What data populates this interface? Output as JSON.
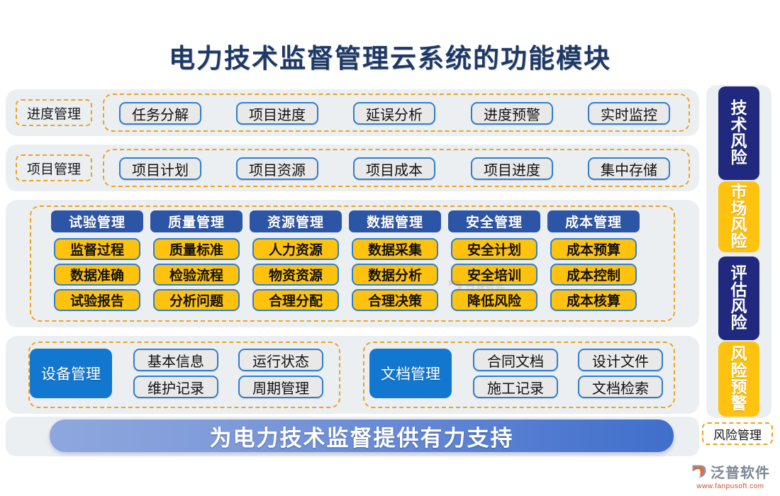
{
  "title": "电力技术监督管理云系统的功能模块",
  "rows": [
    {
      "label": "进度管理",
      "items": [
        "任务分解",
        "项目进度",
        "延误分析",
        "进度预警",
        "实时监控"
      ]
    },
    {
      "label": "项目管理",
      "items": [
        "项目计划",
        "项目资源",
        "项目成本",
        "项目进度",
        "集中存储"
      ]
    }
  ],
  "grid": {
    "columns": [
      {
        "header": "试验管理",
        "cells": [
          "监督过程",
          "数据准确",
          "试验报告"
        ]
      },
      {
        "header": "质量管理",
        "cells": [
          "质量标准",
          "检验流程",
          "分析问题"
        ]
      },
      {
        "header": "资源管理",
        "cells": [
          "人力资源",
          "物资资源",
          "合理分配"
        ]
      },
      {
        "header": "数据管理",
        "cells": [
          "数据采集",
          "数据分析",
          "合理决策"
        ]
      },
      {
        "header": "安全管理",
        "cells": [
          "安全计划",
          "安全培训",
          "降低风险"
        ]
      },
      {
        "header": "成本管理",
        "cells": [
          "成本预算",
          "成本控制",
          "成本核算"
        ]
      }
    ]
  },
  "bottom_groups": [
    {
      "label": "设备管理",
      "items": [
        "基本信息",
        "运行状态",
        "维护记录",
        "周期管理"
      ]
    },
    {
      "label": "文档管理",
      "items": [
        "合同文档",
        "设计文件",
        "施工记录",
        "文档检索"
      ]
    }
  ],
  "sidebar": {
    "items": [
      {
        "text": "技术风险",
        "style": "dark"
      },
      {
        "text": "市场风险",
        "style": "gold"
      },
      {
        "text": "评估风险",
        "style": "dark"
      },
      {
        "text": "风险预警",
        "style": "gold"
      }
    ],
    "label": "风险管理"
  },
  "banner": "为电力技术监督提供有力支持",
  "logo": {
    "name": "泛普软件",
    "url": "www.fanpusoft.com"
  },
  "colors": {
    "header_blue": "#2d55a6",
    "cell_yellow": "#ffc20e",
    "dashed_orange": "#eda31b",
    "block_blue": "#1277ce",
    "sidebar_dark": "#20297e",
    "panel_grey": "#eceff2",
    "title_navy": "#1f3864",
    "banner_start": "#8ea7de",
    "banner_end": "#3f6fcb"
  }
}
